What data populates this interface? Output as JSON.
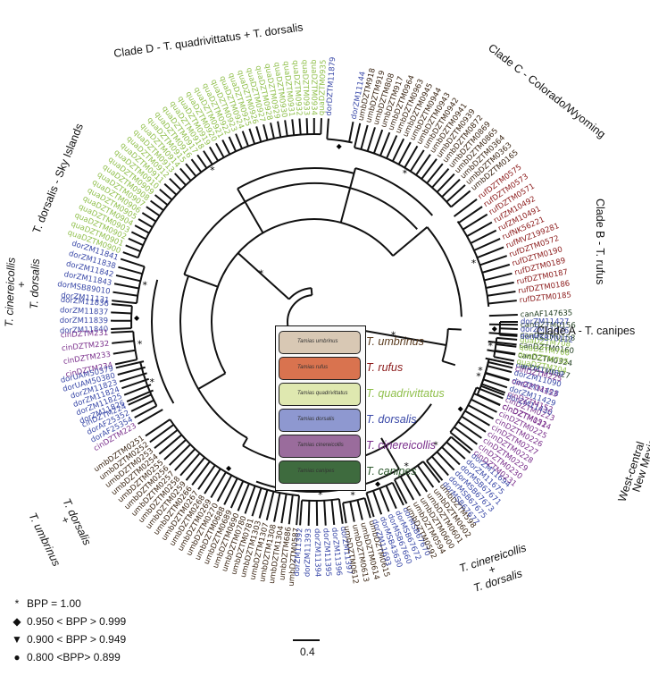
{
  "clades": {
    "a": "Clade A - T. canipes",
    "b": "Clade B - T. rufus",
    "c": "Clade C - Colorado/Wyoming",
    "d": "Clade D - T. quadrivittatus + T. dorsalis",
    "sky": "T. dorsalis - Sky Islands",
    "nm1": "West-central",
    "nm2": "New Mexico",
    "cd_left1": "T. cinereicollis",
    "cd_left2": "+",
    "cd_left3": "T. dorsalis",
    "cd_right1": "T. cinereicollis",
    "cd_right2": "+",
    "cd_right3": "T. dorsalis",
    "ud1": "T. umbrinus",
    "ud2": "+",
    "ud3": "T. dorsalis"
  },
  "species_legend": [
    {
      "name": "T. umbrinus",
      "img_text": "Tamias umbrinus",
      "color": "#5a3b1e",
      "fill": "#d8c8b4"
    },
    {
      "name": "T. rufus",
      "img_text": "Tamias rufus",
      "color": "#8b1a1a",
      "fill": "#d9734f"
    },
    {
      "name": "T. quadrivittatus",
      "img_text": "Tamias quadrivittatus",
      "color": "#8fbf4a",
      "fill": "#dfe8b0"
    },
    {
      "name": "T. dorsalis",
      "img_text": "Tamias dorsalis",
      "color": "#3a49a8",
      "fill": "#8e98d0"
    },
    {
      "name": "T. cinereicollis",
      "img_text": "Tamias cinereicollis",
      "color": "#7a2f8c",
      "fill": "#9a6c9c"
    },
    {
      "name": "T. canipes",
      "img_text": "Tamias canipes",
      "color": "#2f5a2f",
      "fill": "#3e6b3e"
    }
  ],
  "bpp_legend": [
    {
      "symbol": "*",
      "text": "BPP = 1.00"
    },
    {
      "symbol": "◆",
      "text": "0.950 < BPP > 0.999"
    },
    {
      "symbol": "▼",
      "text": "0.900 < BPP > 0.949"
    },
    {
      "symbol": "●",
      "text": "0.800 <BPP> 0.899"
    }
  ],
  "scale": "0.4",
  "colors": {
    "umb": "#3b2614",
    "ruf": "#8b1a1a",
    "qua": "#8fbf4a",
    "dor": "#3a49a8",
    "cin": "#7a2f8c",
    "can": "#1e3b1e"
  },
  "tip_groups": [
    {
      "sp": "can",
      "start": 358,
      "end": 372,
      "labels": [
        "canAF147635",
        "canDZTM0156",
        "canDZTM0158",
        "canDZTM0160",
        "canDZTM0324",
        "canDZTM0327"
      ]
    },
    {
      "sp": "ruf",
      "start": 323,
      "end": 354,
      "labels": [
        "rufDZTM0575",
        "rufDZTM0573",
        "rufDZTM0571",
        "rufZM10492",
        "rufZM10491",
        "rufNK56221",
        "rufMVZ199281",
        "rufDZTM0572",
        "rufDZTM0190",
        "rufDZTM0189",
        "rufDZTM0187",
        "rufDZTM0186",
        "rufDZTM0185"
      ]
    },
    {
      "sp": "umb",
      "start": 283,
      "end": 320,
      "labels": [
        "umbDZTM918",
        "umbDZTM919",
        "umbDZTM808",
        "umbDZTM917",
        "umbDZTM0964",
        "umbDZTM0963",
        "umbDZTM0945",
        "umbDZTM0944",
        "umbDZTM0943",
        "umbDZTM0942",
        "umbDZTM0941",
        "umbDZTM0939",
        "umbDZTM0872",
        "umbDZTM0869",
        "umbDZTM0865",
        "umbDZTM0364",
        "umbDZTM0363",
        "umbDZTM0165"
      ]
    },
    {
      "sp": "dor",
      "start": 274,
      "end": 281,
      "labels": [
        "dorDZTM11879",
        "dorZM11144"
      ]
    },
    {
      "sp": "qua",
      "start": 200,
      "end": 272,
      "labels": [
        "quaDZTM0900",
        "quaDZTM0901",
        "quaDZTM0902",
        "quaDZTM0903",
        "quaDZTM0904",
        "quaDZTM0905",
        "quaDZTM0906",
        "quaDZTM0907",
        "quaDZTM0908",
        "quaDZTM0909",
        "quaDZTM0910",
        "quaDZTM0911",
        "quaDZTM0912",
        "quaDZTM0913",
        "quaDZTM0914",
        "quaDZTM0915",
        "quaDZTM0916",
        "quaDZTM0917",
        "quaDZTM0918",
        "quaDZTM0919",
        "quaDZTM0920",
        "quaDZTM0921",
        "quaDZTM0922",
        "quaDZTM0923",
        "quaDZTM0924",
        "quaDZTM0925",
        "quaDZTM0926",
        "quaDZTM0927",
        "quaDZTM0928",
        "quaDZTM0929",
        "quaDZTM0930",
        "quaDZTM0931",
        "quaDZTM0932",
        "quaDZTM0933",
        "quaDZTM0934",
        "quaDZTM0935"
      ]
    },
    {
      "sp": "dor",
      "start": 186,
      "end": 198,
      "labels": [
        "dorZM11131",
        "dorMSB89010",
        "dorZM11843",
        "dorZM11842",
        "dorZM11838",
        "dorZM11841"
      ]
    },
    {
      "sp": "dor",
      "start": 178,
      "end": 185,
      "labels": [
        "dorZM11840",
        "dorZM11839",
        "dorZM11837",
        "dorZM11836"
      ]
    },
    {
      "sp": "cin",
      "start": 168,
      "end": 177,
      "labels": [
        "cinDZTM234",
        "cinDZTM233",
        "cinDZTM232",
        "cinDZTM231"
      ]
    },
    {
      "sp": "dor",
      "start": 157,
      "end": 167,
      "labels": [
        "dorZM11826",
        "dorZM11825",
        "dorZM11824",
        "dorZM11823",
        "dorUAM50380",
        "dorUAM50379"
      ]
    },
    {
      "sp": "dor",
      "start": 152,
      "end": 156,
      "labels": [
        "dorAF25354",
        "dorAF25352",
        "cinDZTM224"
      ]
    },
    {
      "sp": "cin",
      "start": 149,
      "end": 151,
      "labels": [
        "cinDZTM223"
      ]
    },
    {
      "sp": "umb",
      "start": 95,
      "end": 146,
      "labels": [
        "umbDZTM0587",
        "umbDZTM686",
        "umbDZTM1304",
        "umbDZTM1308",
        "umbDZTM1307",
        "umbDZTM1303",
        "umbDZTM0781",
        "umbDZTM0780",
        "umbDZTM0690",
        "umbDZTM0689",
        "umbDZTM0688",
        "umbDZTM0270",
        "umbDZTM0269",
        "umbDZTM0268",
        "umbDZTM0267",
        "umbDZTM0266",
        "umbDZTM0259",
        "umbDZTM0258",
        "umbDZTM0257",
        "umbDZTM0256",
        "umbDZTM0255",
        "umbDZTM0254",
        "umbDZTM0253",
        "umbDZTM0252",
        "umbDZTM0251"
      ]
    },
    {
      "sp": "dor",
      "start": 82,
      "end": 94,
      "labels": [
        "dorZM11397",
        "dorZM11396",
        "dorZM11395",
        "dorZM11394",
        "dorZM11393",
        "dorZM11392"
      ]
    },
    {
      "sp": "umb",
      "start": 74,
      "end": 81,
      "labels": [
        "umbDZTM0615",
        "umbDZTM0614",
        "umbDZTM0613",
        "umbDZTM0612"
      ]
    },
    {
      "sp": "dor",
      "start": 64,
      "end": 73,
      "labels": [
        "dorMSB67670",
        "dorMSB67672",
        "dorMSB67660",
        "dorMSB43630",
        "dorZM11693"
      ]
    },
    {
      "sp": "umb",
      "start": 52,
      "end": 63,
      "labels": [
        "umbDZTM598",
        "umbDZTM0602",
        "umbDZTM0601",
        "umbDZTM0600",
        "umbDZTM0594",
        "umbDZTM0592"
      ]
    },
    {
      "sp": "dor",
      "start": 40,
      "end": 51,
      "labels": [
        "dorZM11694",
        "dorZM11675",
        "dorMSB67671",
        "dorMSB67673",
        "dorMSB67675",
        "dorMSB67677"
      ]
    },
    {
      "sp": "cin",
      "start": 22,
      "end": 39,
      "labels": [
        "cinDZTM0223",
        "cinDZTM0224",
        "cinDZTM0225",
        "cinDZTM0226",
        "cinDZTM0227",
        "cinDZTM0228",
        "cinDZTM0229",
        "cinDZTM0230",
        "cinDZTM0231"
      ]
    },
    {
      "sp": "dor",
      "start": 12,
      "end": 21,
      "labels": [
        "dorZM11089",
        "dorZM11090",
        "dorZM11428",
        "dorZM11429",
        "dorZM11430"
      ]
    },
    {
      "sp": "qua",
      "start": 5,
      "end": 11,
      "labels": [
        "quaDZTM708",
        "quaDZTM706",
        "quaDZTM705",
        "quaDZTM704"
      ]
    },
    {
      "sp": "dor",
      "start": 0,
      "end": 4,
      "labels": [
        "dorZM11427",
        "dorZM11426",
        "dorMSB70112"
      ]
    },
    {
      "sp": "cin",
      "start": 373,
      "end": 384,
      "labels": [
        "cinDZTM225",
        "cinDZTM153",
        "cinDZTM152",
        "cinDZTM151"
      ]
    }
  ]
}
